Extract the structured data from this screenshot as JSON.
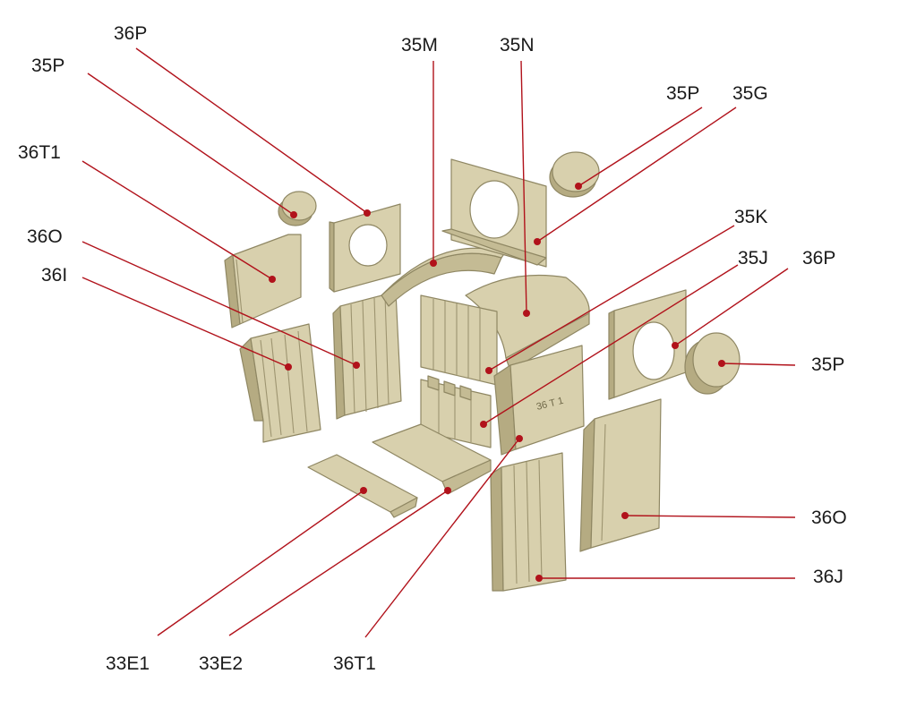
{
  "colors": {
    "part_fill": "#d8d0ad",
    "part_shade": "#c4bb94",
    "part_dark": "#b5ab82",
    "leader": "#b1121b",
    "text": "#1a1a1a"
  },
  "parts": {
    "p36P_top": "36P",
    "p35P_topleft": "35P",
    "p36T1_left": "36T1",
    "p36O_left": "36O",
    "p36I": "36I",
    "p35M": "35M",
    "p35N": "35N",
    "p35P_topright": "35P",
    "p35G": "35G",
    "p35K": "35K",
    "p35J": "35J",
    "p36P_right": "36P",
    "p35P_right": "35P",
    "p36O_right": "36O",
    "p36J": "36J",
    "p33E1": "33E1",
    "p33E2": "33E2",
    "p36T1_bottom": "36T1"
  },
  "stamp": "36 T 1"
}
